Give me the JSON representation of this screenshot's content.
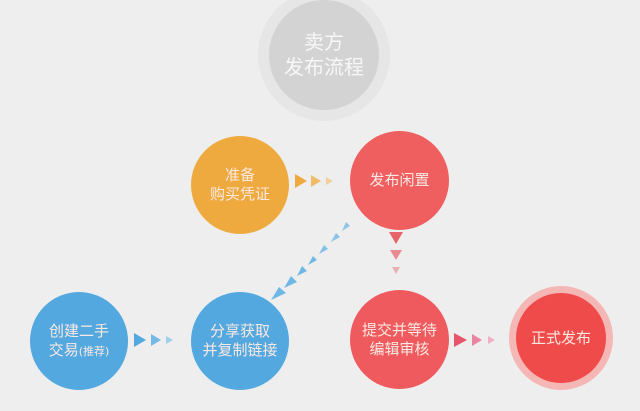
{
  "diagram": {
    "title": {
      "lines": [
        "卖方",
        "发布流程"
      ],
      "color": "#d3d3d3"
    },
    "nodes": [
      {
        "id": "prepare",
        "lines": [
          "准备",
          "购买凭证"
        ],
        "color": "#eeaa3e"
      },
      {
        "id": "publish-idle",
        "lines": [
          "发布闲置"
        ],
        "color": "#ef5f60"
      },
      {
        "id": "create-trade",
        "lines": [
          "创建二手",
          "交易"
        ],
        "note": "(推荐)",
        "color": "#52a8df"
      },
      {
        "id": "share-link",
        "lines": [
          "分享获取",
          "并复制链接"
        ],
        "color": "#52a8df"
      },
      {
        "id": "submit-review",
        "lines": [
          "提交并等待",
          "编辑审核"
        ],
        "color": "#ef5a5e"
      },
      {
        "id": "official-publish",
        "lines": [
          "正式发布"
        ],
        "color": "#ef4b4b"
      }
    ],
    "edges": [
      {
        "from": "prepare",
        "to": "publish-idle",
        "color": "#eeaa3e",
        "direction": "right"
      },
      {
        "from": "create-trade",
        "to": "share-link",
        "color": "#52a8df",
        "direction": "right"
      },
      {
        "from": "share-link",
        "to": "publish-idle",
        "color": "#6fb8e6",
        "direction": "up-right"
      },
      {
        "from": "publish-idle",
        "to": "submit-review",
        "color": "#e8626b",
        "direction": "down"
      },
      {
        "from": "submit-review",
        "to": "official-publish",
        "color": "#e8648a",
        "direction": "right"
      }
    ],
    "background": "#eeeeee"
  }
}
